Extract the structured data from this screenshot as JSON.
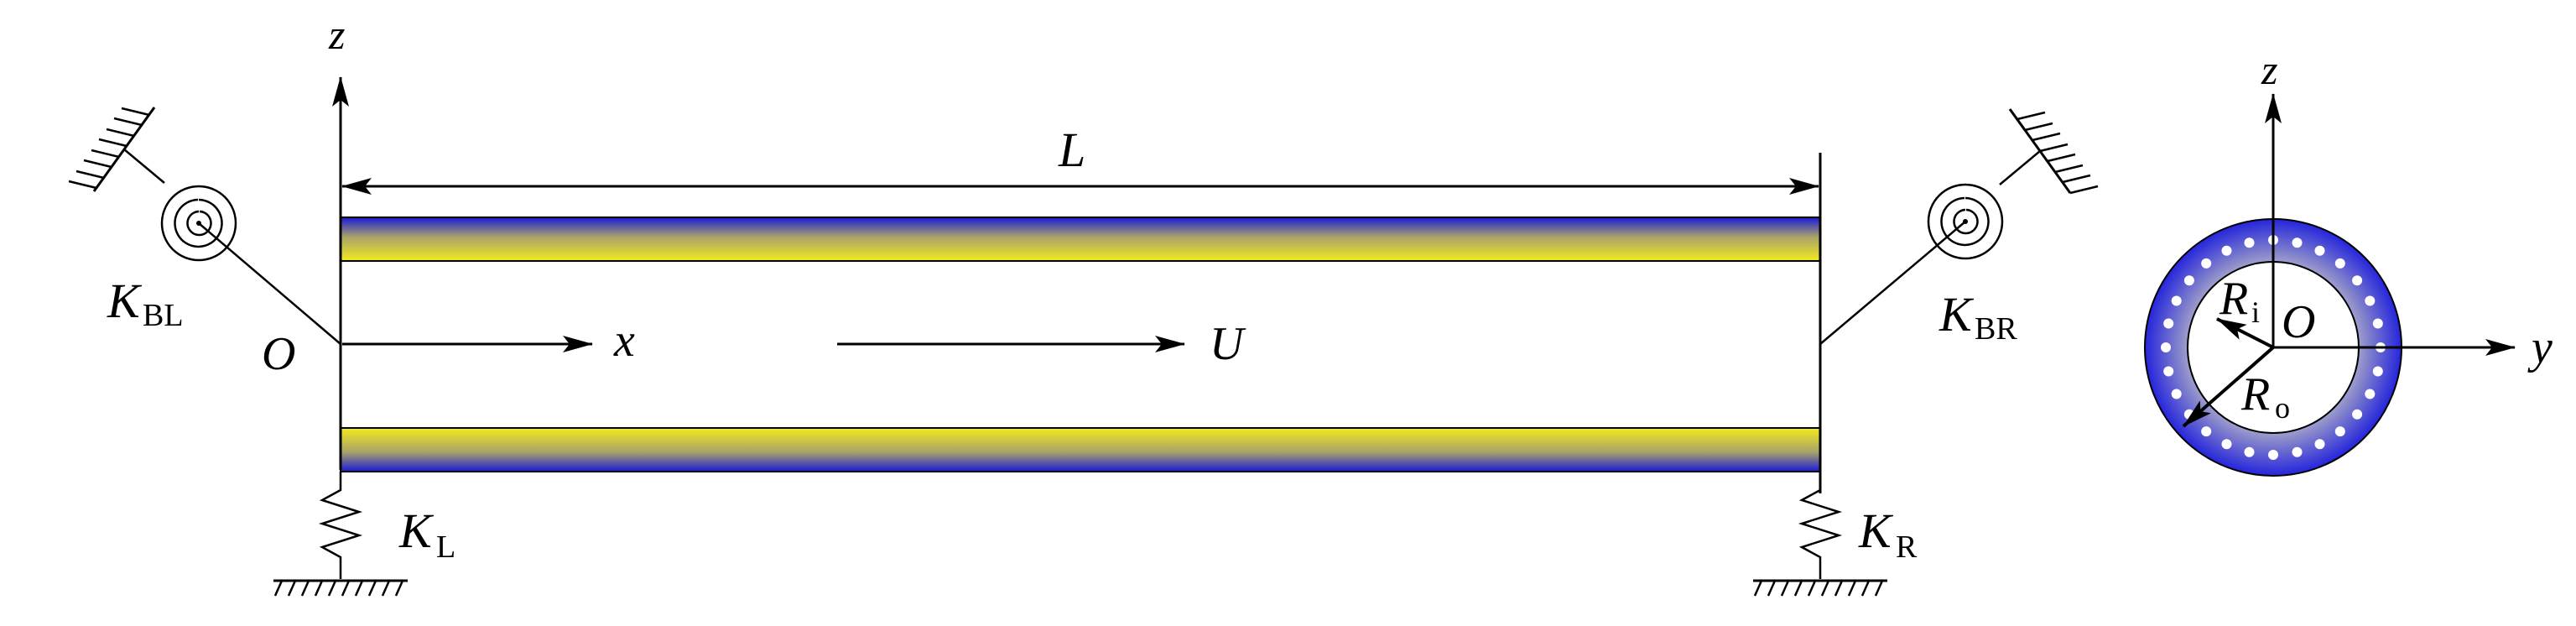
{
  "labels": {
    "z_main": "z",
    "L": "L",
    "K_BL": "K",
    "K_BL_sub": "BL",
    "O_main": "O",
    "x": "x",
    "U": "U",
    "K_BR": "K",
    "K_BR_sub": "BR",
    "K_L": "K",
    "K_L_sub": "L",
    "K_R": "K",
    "K_R_sub": "R",
    "z_section": "z",
    "y_section": "y",
    "O_section": "O",
    "Ri": "R",
    "Ri_sub": "i",
    "Ro": "R",
    "Ro_sub": "o"
  },
  "colors": {
    "pipe_outer": "#1a1ad6",
    "pipe_inner": "#f2ea1e",
    "section_outer": "#2d2ee0",
    "section_inner": "#c9c9c9",
    "line": "#000000"
  }
}
